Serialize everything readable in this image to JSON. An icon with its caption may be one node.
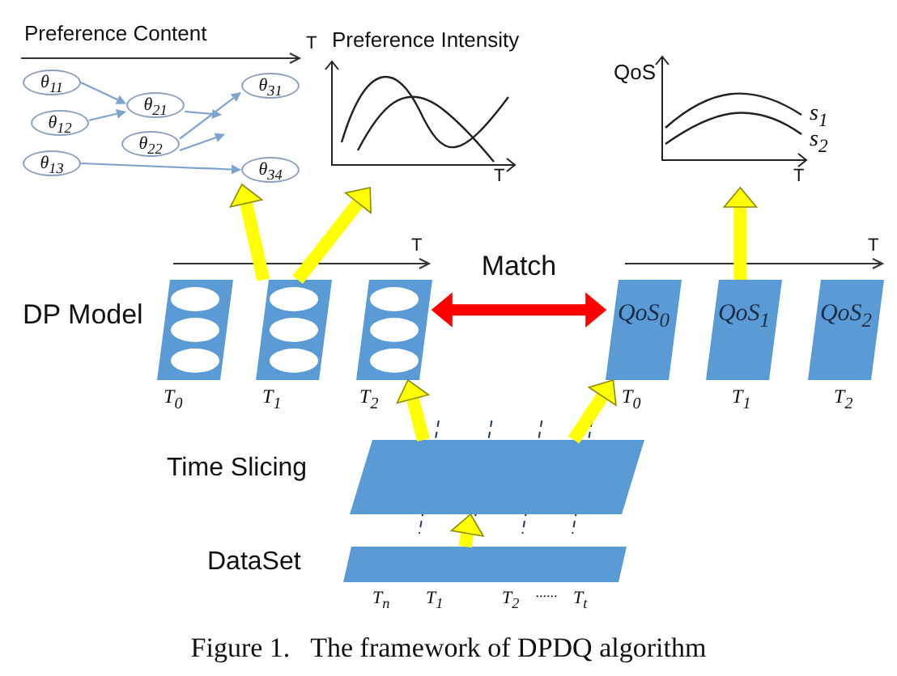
{
  "diagram": {
    "caption": "Figure 1.   The framework of DPDQ algorithm",
    "nodes": [
      {
        "text": [
          "Preference Content"
        ]
      },
      {
        "text": [
          "θ$_{11}$"
        ],
        "in": 0
      },
      {
        "text": [
          "θ$_{12}$"
        ],
        "in": 0
      },
      {
        "text": [
          "θ$_{13}$"
        ],
        "in": 0
      },
      {
        "text": [
          "θ$_{21}$"
        ],
        "in": 0
      },
      {
        "text": [
          "θ$_{22}$"
        ],
        "in": 0
      },
      {
        "text": [
          "θ$_{31}$"
        ],
        "in": 0
      },
      {
        "text": [
          "θ$_{34}$"
        ],
        "in": 0
      },
      {
        "text": [
          "Preference Intensity"
        ]
      },
      {
        "text": [],
        "shape": "picture"
      },
      {
        "text": [],
        "shape": "parallelogram",
        "beside": [
          "T$_{0}$"
        ]
      },
      {
        "text": [],
        "shape": "parallelogram",
        "beside": [
          "T$_{1}$"
        ]
      },
      {
        "text": [],
        "shape": "parallelogram",
        "beside": [
          "T$_{2}$"
        ]
      },
      {
        "text": [
          "QoS$_{0}$"
        ],
        "beside": [
          "T$_{0}$"
        ]
      },
      {
        "text": [
          "QoS$_{1}$"
        ],
        "beside": [
          "T$_{1}$"
        ]
      },
      {
        "text": [
          "QoS$_{2}$"
        ],
        "beside": [
          "T$_{2}$"
        ]
      },
      {
        "text": [],
        "shape": "parallelogram",
        "beside": [
          "Time Slicing"
        ]
      },
      {
        "text": [],
        "shape": "parallelogram",
        "beside": [
          "DataSet",
          "T$_{n}$",
          "T$_{1}$",
          "T$_{2}$",
          "......",
          "T$_{t}$"
        ]
      }
    ],
    "edges": [
      {
        "from": 1,
        "to": 4,
        "arrow": "to",
        "color": "#7fa3cf"
      },
      {
        "from": 2,
        "to": 4,
        "arrow": "to",
        "color": "#7fa3cf"
      },
      {
        "from": 4,
        "to": null,
        "arrow": "to",
        "color": "#7fa3cf"
      },
      {
        "from": 5,
        "to": 6,
        "arrow": "to",
        "color": "#7fa3cf"
      },
      {
        "from": 5,
        "to": null,
        "arrow": "to",
        "color": "#7fa3cf"
      },
      {
        "from": 3,
        "to": 7,
        "arrow": "to",
        "color": "#7fa3cf"
      },
      {
        "from": 11,
        "to": 0,
        "arrow": "to",
        "color": "#ffff00"
      },
      {
        "from": 11,
        "to": 8,
        "arrow": "to",
        "color": "#ffff00"
      },
      {
        "from": 14,
        "to": 9,
        "arrow": "to",
        "color": "#ffff00"
      },
      {
        "from": 12,
        "to": 13,
        "arrow": "both",
        "label": "Match",
        "color": "#ff0000"
      },
      {
        "from": 16,
        "to": 12,
        "arrow": "to",
        "color": "#ffff00"
      },
      {
        "from": 16,
        "to": 13,
        "arrow": "to",
        "color": "#ffff00"
      },
      {
        "from": 17,
        "to": 16,
        "arrow": "to",
        "color": "#ffff00"
      }
    ],
    "labels": [
      "T",
      "T",
      "QoS",
      "s$_{1}$",
      "s$_{2}$",
      "T",
      "DP Model",
      "T",
      "T"
    ]
  }
}
